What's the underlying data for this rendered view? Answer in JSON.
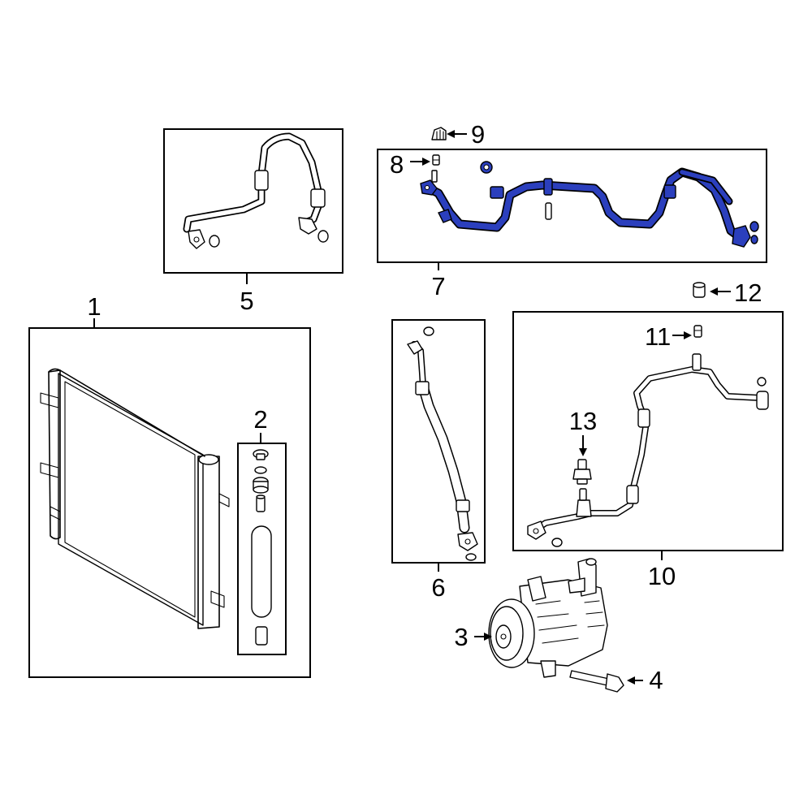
{
  "colors": {
    "highlight": "#2b3fbd",
    "line": "#000000",
    "background": "#ffffff"
  },
  "callouts": [
    {
      "id": "1",
      "text": "1"
    },
    {
      "id": "2",
      "text": "2"
    },
    {
      "id": "3",
      "text": "3"
    },
    {
      "id": "4",
      "text": "4"
    },
    {
      "id": "5",
      "text": "5"
    },
    {
      "id": "6",
      "text": "6"
    },
    {
      "id": "7",
      "text": "7"
    },
    {
      "id": "8",
      "text": "8"
    },
    {
      "id": "9",
      "text": "9"
    },
    {
      "id": "10",
      "text": "10"
    },
    {
      "id": "11",
      "text": "11"
    },
    {
      "id": "12",
      "text": "12"
    },
    {
      "id": "13",
      "text": "13"
    }
  ],
  "highlighted_part": "7"
}
